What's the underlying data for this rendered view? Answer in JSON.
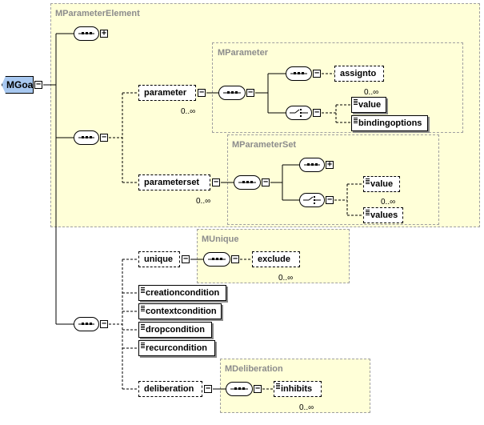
{
  "root": {
    "label": "MGoal"
  },
  "groups": {
    "parameter_element": "MParameterElement",
    "parameter": "MParameter",
    "parameter_set": "MParameterSet",
    "unique": "MUnique",
    "deliberation": "MDeliberation"
  },
  "elements": {
    "parameter": "parameter",
    "parameterset": "parameterset",
    "assignto": "assignto",
    "value": "value",
    "bindingoptions": "bindingoptions",
    "set_value": "value",
    "values": "values",
    "unique": "unique",
    "exclude": "exclude",
    "creationcondition": "creationcondition",
    "contextcondition": "contextcondition",
    "dropcondition": "dropcondition",
    "recurcondition": "recurcondition",
    "deliberation": "deliberation",
    "inhibits": "inhibits"
  },
  "cardinalities": {
    "parameter": "0..∞",
    "assignto": "0..∞",
    "parameterset": "0..∞",
    "values": "0..∞",
    "exclude": "0..∞",
    "inhibits": "0..∞"
  },
  "expanders": {
    "plus": "+",
    "minus": "−"
  },
  "colors": {
    "group_fill": "#ffffd8",
    "root_fill": "#a8c8f0",
    "group_label": "#8c8c8c"
  }
}
